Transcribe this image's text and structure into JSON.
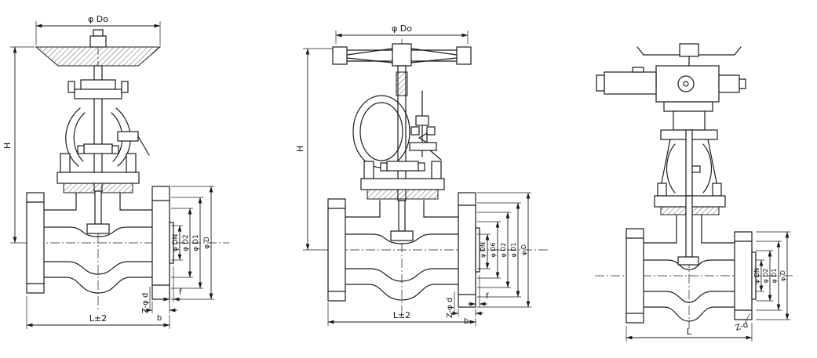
{
  "page": {
    "background": "#ffffff",
    "line_color": "#1c1c1c"
  },
  "valve1": {
    "dims": {
      "do": "φ Do",
      "h": "H",
      "dn": "φ DN",
      "d2": "φ D2",
      "d1": "φ D1",
      "d": "φ D",
      "zd": "Z-φ d",
      "b": "b",
      "f": "f",
      "l": "L±2"
    }
  },
  "valve2": {
    "dims": {
      "do": "φ Do",
      "h": "H",
      "dn": "φ DN",
      "d6": "φ D6",
      "d2": "φ D2",
      "d1": "φ D1",
      "d": "φ D",
      "zd": "Z-φ d",
      "b": "b",
      "f": "f",
      "l": "L±2"
    }
  },
  "valve3": {
    "dims": {
      "dn": "φ DN",
      "d2": "φ D2",
      "d1": "φ D1",
      "d": "φ D",
      "zd": "Z-d",
      "l": "L"
    }
  }
}
